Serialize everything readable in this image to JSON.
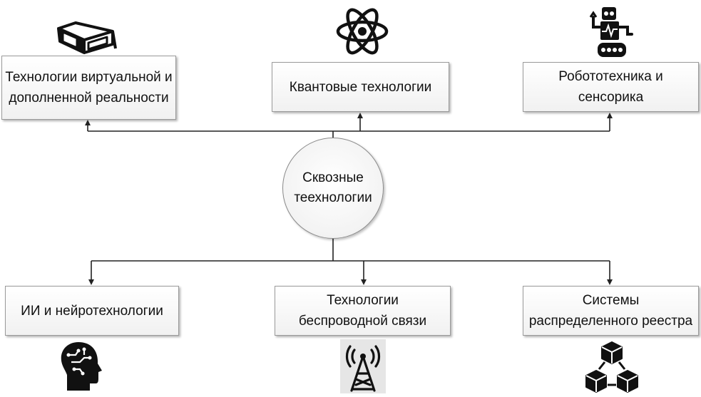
{
  "center": {
    "line1": "Сквозные",
    "line2": "теехнологии"
  },
  "top": [
    {
      "label": "Технологии виртуальной и дополненной реальности",
      "icon": "vr-glasses-icon"
    },
    {
      "label": "Квантовые технологии",
      "icon": "atom-icon"
    },
    {
      "label": "Робототехника и сенсорика",
      "icon": "robot-icon"
    }
  ],
  "bottom": [
    {
      "label": "ИИ и нейротехнологии",
      "icon": "ai-head-icon"
    },
    {
      "label": "Технологии беспроводной связи",
      "icon": "radio-tower-icon"
    },
    {
      "label": "Системы распределенного реестра",
      "icon": "blockchain-cubes-icon"
    }
  ]
}
